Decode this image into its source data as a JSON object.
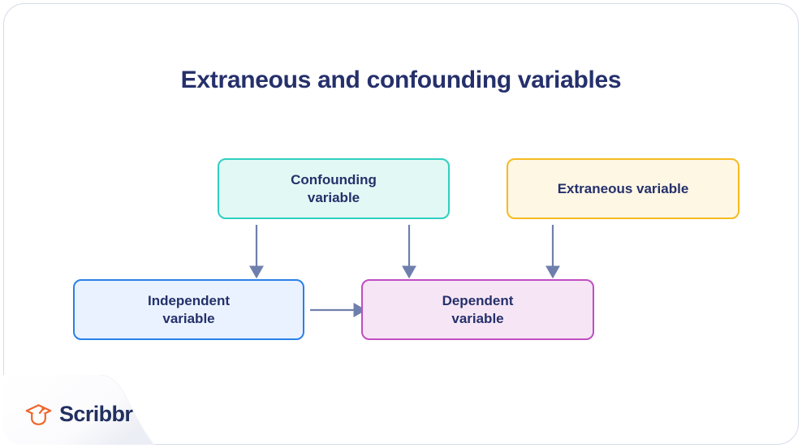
{
  "page": {
    "background": "#ffffff",
    "card_border": "#d6dbe9",
    "title": "Extraneous and confounding variables",
    "title_color": "#25306b"
  },
  "diagram": {
    "type": "flow-diagram",
    "nodes": [
      {
        "id": "confounding",
        "label": "Confounding\nvariable",
        "line1": "Confounding",
        "line2": "variable",
        "fill": "#e2f8f4",
        "border": "#2fcfc0",
        "text_color": "#25306b"
      },
      {
        "id": "extraneous",
        "label": "Extraneous variable",
        "line1": "Extraneous variable",
        "line2": "",
        "fill": "#fdf7e4",
        "border": "#f6bb21",
        "text_color": "#25306b"
      },
      {
        "id": "independent",
        "label": "Independent\nvariable",
        "line1": "Independent",
        "line2": "variable",
        "fill": "#e9f2fe",
        "border": "#2a80e8",
        "text_color": "#25306b"
      },
      {
        "id": "dependent",
        "label": "Dependent\nvariable",
        "line1": "Dependent",
        "line2": "variable",
        "fill": "#f6e6f5",
        "border": "#c04ec2",
        "text_color": "#25306b"
      }
    ],
    "edges": [
      {
        "from": "confounding",
        "to": "independent",
        "direction": "down"
      },
      {
        "from": "confounding",
        "to": "dependent",
        "direction": "down"
      },
      {
        "from": "extraneous",
        "to": "dependent",
        "direction": "down"
      },
      {
        "from": "independent",
        "to": "dependent",
        "direction": "right"
      }
    ],
    "arrow_color": "#6f7fad"
  },
  "branding": {
    "name": "Scribbr",
    "icon": "graduation-cap-icon",
    "icon_color": "#f06529",
    "text_color": "#22305f"
  }
}
